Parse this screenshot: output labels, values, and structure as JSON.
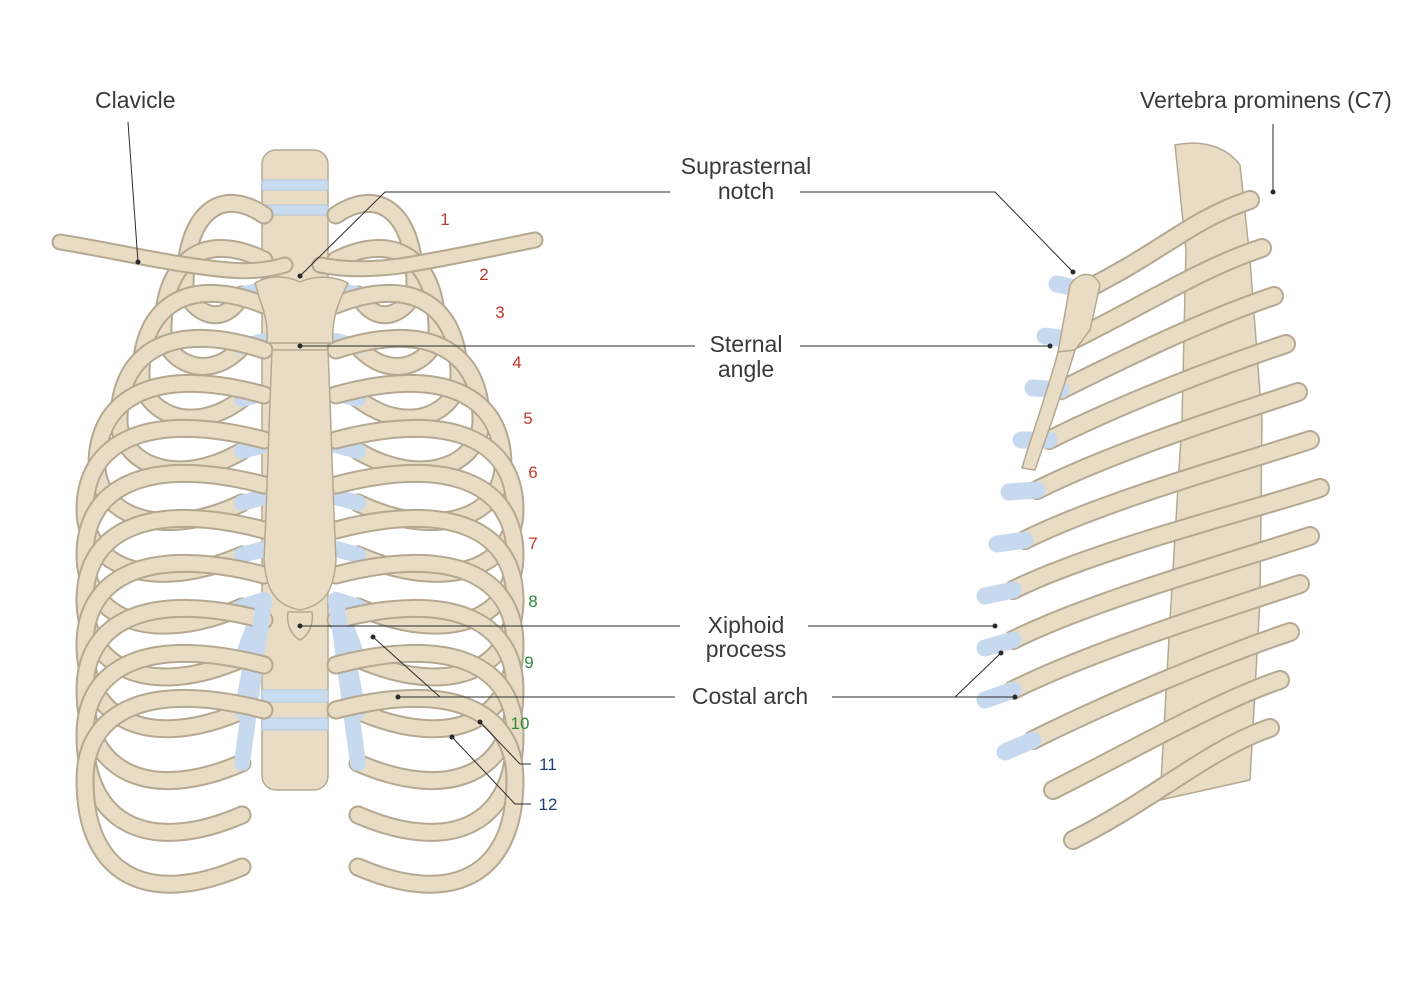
{
  "labels": {
    "clavicle": "Clavicle",
    "suprasternal_line1": "Suprasternal",
    "suprasternal_line2": "notch",
    "sternal_line1": "Sternal",
    "sternal_line2": "angle",
    "xiphoid_line1": "Xiphoid",
    "xiphoid_line2": "process",
    "costal_arch": "Costal arch",
    "vertebra": "Vertebra prominens (C7)"
  },
  "rib_numbers": [
    {
      "text": "1",
      "group": "true"
    },
    {
      "text": "2",
      "group": "true"
    },
    {
      "text": "3",
      "group": "true"
    },
    {
      "text": "4",
      "group": "true"
    },
    {
      "text": "5",
      "group": "true"
    },
    {
      "text": "6",
      "group": "true"
    },
    {
      "text": "7",
      "group": "true"
    },
    {
      "text": "8",
      "group": "false"
    },
    {
      "text": "9",
      "group": "false"
    },
    {
      "text": "10",
      "group": "false"
    },
    {
      "text": "11",
      "group": "floating"
    },
    {
      "text": "12",
      "group": "floating"
    }
  ],
  "colors": {
    "true_ribs": "#c0392b",
    "false_ribs": "#2e8b3a",
    "floating_ribs": "#1f3f7a",
    "bone": "#e8dcc4",
    "cartilage": "#c9dcf0"
  }
}
